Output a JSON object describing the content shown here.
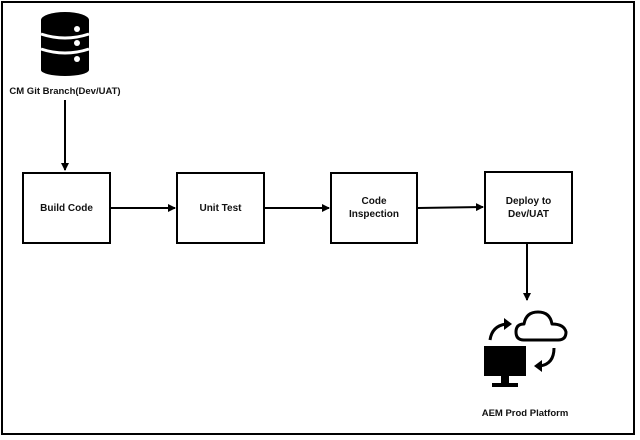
{
  "diagram": {
    "source": {
      "label": "CM Git Branch(Dev/UAT)",
      "icon": "database-icon"
    },
    "steps": [
      {
        "id": "build",
        "label": "Build Code"
      },
      {
        "id": "unit-test",
        "label": "Unit Test"
      },
      {
        "id": "inspection",
        "label": "Code Inspection"
      },
      {
        "id": "deploy",
        "label": "Deploy to Dev/UAT"
      }
    ],
    "target": {
      "label": "AEM Prod Platform",
      "icon": "cloud-sync-monitor-icon"
    },
    "colors": {
      "stroke": "#000000",
      "icon": "#000000",
      "background": "#ffffff"
    }
  }
}
